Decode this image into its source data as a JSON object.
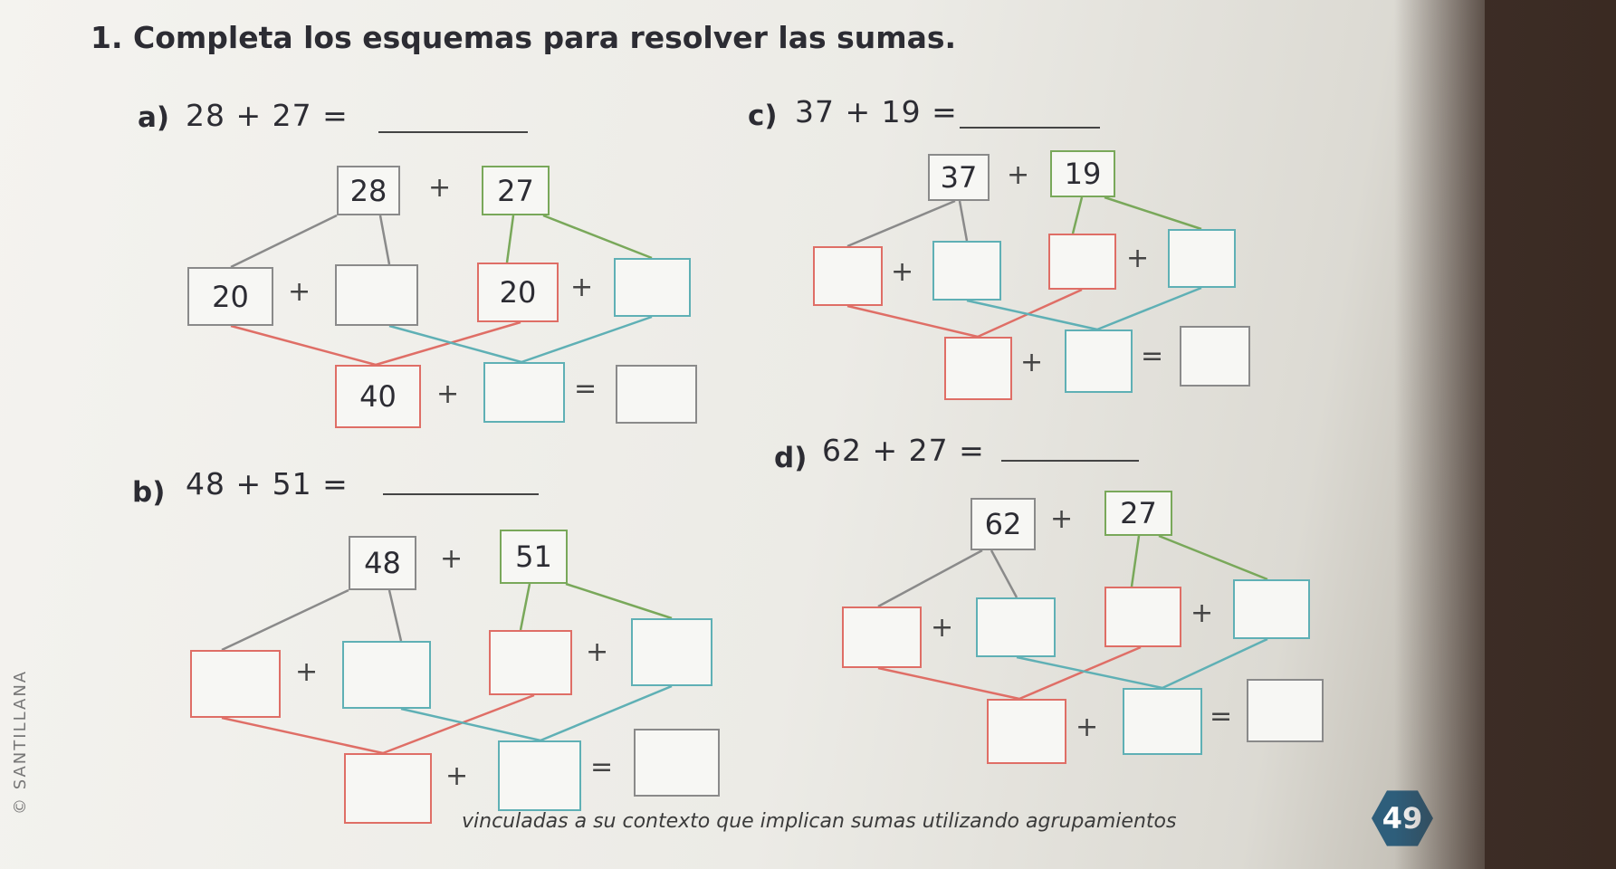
{
  "title": "1. Completa los esquemas para resolver las sumas.",
  "problems": {
    "a": {
      "letter": "a)",
      "expr": "28 + 27 =",
      "top_left": "28",
      "top_right": "27",
      "mid1_left": "20",
      "mid2_left": "20",
      "bottom_left": "40"
    },
    "b": {
      "letter": "b)",
      "expr": "48 + 51 =",
      "top_left": "48",
      "top_right": "51"
    },
    "c": {
      "letter": "c)",
      "expr": "37 + 19 =",
      "top_left": "37",
      "top_right": "19"
    },
    "d": {
      "letter": "d)",
      "expr": "62 + 27 =",
      "top_left": "62",
      "top_right": "27"
    }
  },
  "symbols": {
    "plus": "+",
    "equals": "="
  },
  "footer": "vinculadas a su contexto que implican sumas utilizando agrupamientos",
  "page_number": "49",
  "publisher": "© SANTILLANA",
  "colors": {
    "gray": "#8a8a8a",
    "green": "#79a85a",
    "red": "#df6e66",
    "teal": "#5fb0b5",
    "badge": "#2e5e7b"
  }
}
